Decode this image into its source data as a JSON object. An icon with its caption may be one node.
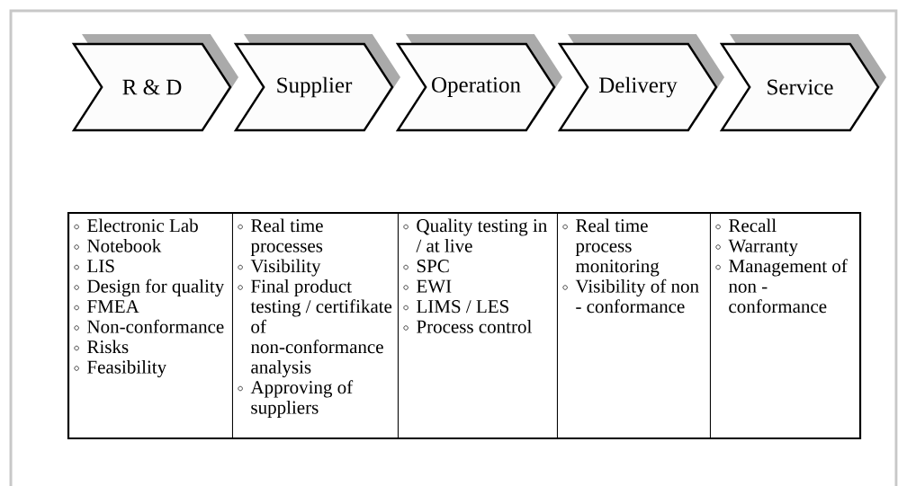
{
  "diagram": {
    "nodes": [
      {
        "text": [
          "R & D"
        ]
      },
      {
        "text": [
          "Supplier"
        ]
      },
      {
        "text": [
          "Operation"
        ]
      },
      {
        "text": [
          "Delivery"
        ]
      },
      {
        "text": [
          "Service"
        ]
      },
      {
        "text": [
          "Electronic Lab",
          "Notebook",
          "LIS",
          "Design for quality",
          "FMEA",
          "Non-conformance",
          "Risks",
          "Feasibility"
        ]
      },
      {
        "text": [
          "Real time processes",
          "Visibility",
          "Final product testing / certifikate of non-conformance analysis",
          "Approving of suppliers"
        ]
      },
      {
        "text": [
          "Quality testing in / at live",
          "SPC",
          "EWI",
          "LIMS / LES",
          "Process control"
        ]
      },
      {
        "text": [
          "Real time process monitoring",
          "Visibility of non - conformance"
        ]
      },
      {
        "text": [
          "Recall",
          "Warranty",
          "Management of non - conformance"
        ]
      }
    ]
  }
}
